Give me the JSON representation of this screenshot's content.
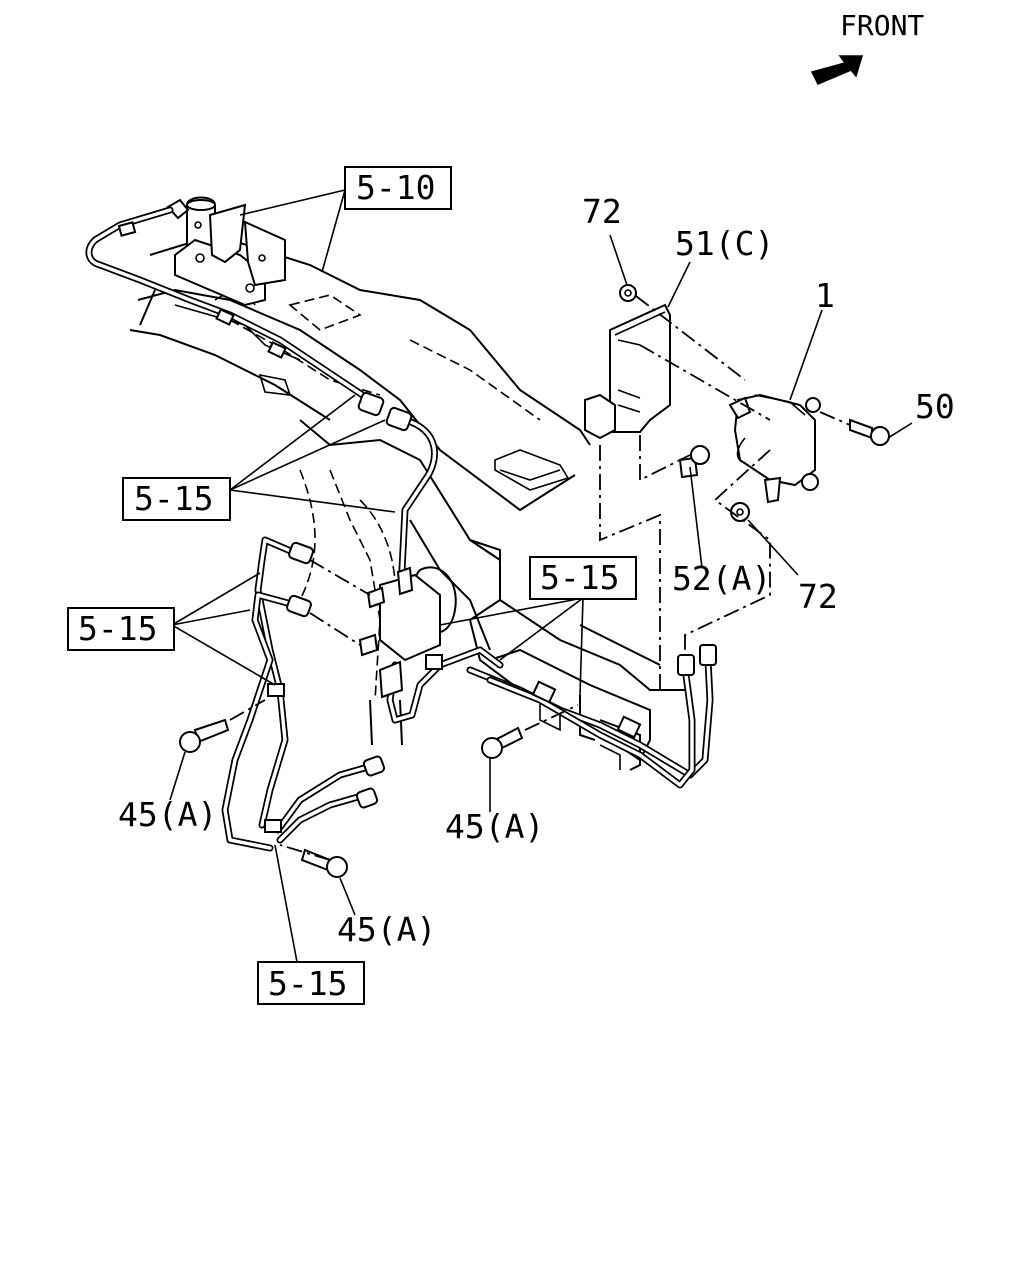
{
  "front_label": "FRONT",
  "colors": {
    "ink": "#000000",
    "paper": "#ffffff"
  },
  "icons": {
    "front_arrow": "arrow-icon"
  },
  "ref_boxes": {
    "r1": "5-10",
    "r2": "5-15",
    "r3": "5-15",
    "r4": "5-15",
    "r5": "5-15"
  },
  "callouts": {
    "c72_top": "72",
    "c51c": "51(C)",
    "c1": "1",
    "c50": "50",
    "c52a": "52(A)",
    "c72_bottom": "72",
    "c45a_left": "45(A)",
    "c45a_mid": "45(A)",
    "c45a_lower": "45(A)"
  }
}
